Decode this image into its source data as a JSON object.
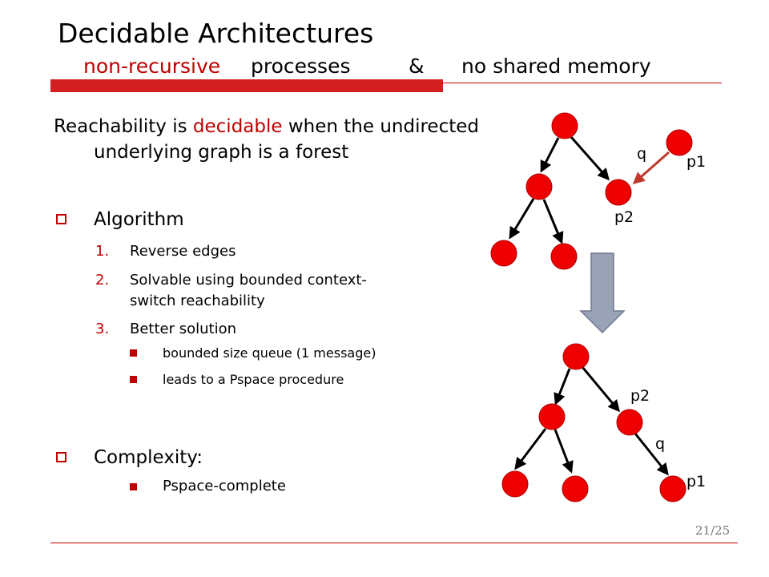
{
  "title": "Decidable Architectures",
  "subtitle": {
    "part1": "non-recursive",
    "part2": "processes",
    "part3": "&",
    "part4": "no shared memory"
  },
  "intro": {
    "prefix": "Reachability is ",
    "highlight": "decidable",
    "suffix": " when the undirected underlying graph is a forest"
  },
  "algorithm": {
    "heading": "Algorithm",
    "steps": [
      {
        "num": "1.",
        "text_line1": "Reverse edges"
      },
      {
        "num": "2.",
        "text_line1": "Solvable using bounded context-",
        "text_line2": "switch reachability"
      },
      {
        "num": "3.",
        "text_line1": "Better solution"
      }
    ],
    "sub_bullets": [
      "bounded size queue (1 message)",
      "leads to a Pspace procedure"
    ]
  },
  "complexity": {
    "heading": "Complexity:",
    "items": [
      "Pspace-complete"
    ]
  },
  "diagram": {
    "top": {
      "label_q": "q",
      "label_p1": "p1",
      "label_p2": "p2"
    },
    "bottom": {
      "label_q": "q",
      "label_p1": "p1",
      "label_p2": "p2"
    }
  },
  "page_number": "21/25",
  "colors": {
    "accent": "#c00000",
    "node": "#ee0000",
    "arrow": "#9aa3b5"
  }
}
